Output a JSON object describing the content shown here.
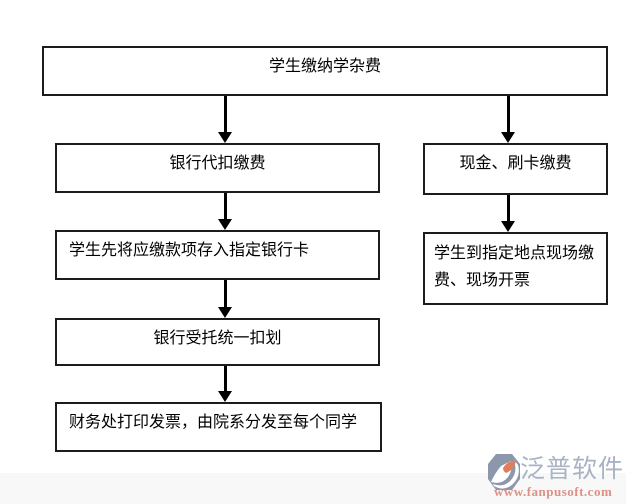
{
  "canvas": {
    "background": "#ffffff",
    "footer_strip_color": "#f8f8f8"
  },
  "flowchart": {
    "box_border_color": "#1c1c1c",
    "arrow_color": "#000000",
    "nodes": [
      {
        "id": "tuition-payment",
        "label": "学生缴纳学杂费"
      },
      {
        "id": "bank-withholding",
        "label": "银行代扣缴费"
      },
      {
        "id": "deposit-to-card",
        "label": "学生先将应缴款项存入指定银行卡"
      },
      {
        "id": "bank-deduction",
        "label": "银行受托统一扣划"
      },
      {
        "id": "invoice-distribution",
        "label": "财务处打印发票，由院系分发至每个同学"
      },
      {
        "id": "cash-card-payment",
        "label": "现金、刷卡缴费"
      },
      {
        "id": "onsite-payment",
        "label": "学生到指定地点现场缴费、现场开票"
      }
    ],
    "edges": [
      {
        "from": "tuition-payment",
        "to": "bank-withholding"
      },
      {
        "from": "tuition-payment",
        "to": "cash-card-payment"
      },
      {
        "from": "bank-withholding",
        "to": "deposit-to-card"
      },
      {
        "from": "deposit-to-card",
        "to": "bank-deduction"
      },
      {
        "from": "bank-deduction",
        "to": "invoice-distribution"
      },
      {
        "from": "cash-card-payment",
        "to": "onsite-payment"
      }
    ]
  },
  "watermark": {
    "brand": "泛普软件",
    "url": "www.fanpusoft.com",
    "brand_color": "#a9b3c3",
    "url_color": "#dc9186",
    "icon_colors": {
      "slate": "#8d97ab",
      "orange": "#df7e58",
      "white": "#ffffff"
    }
  }
}
